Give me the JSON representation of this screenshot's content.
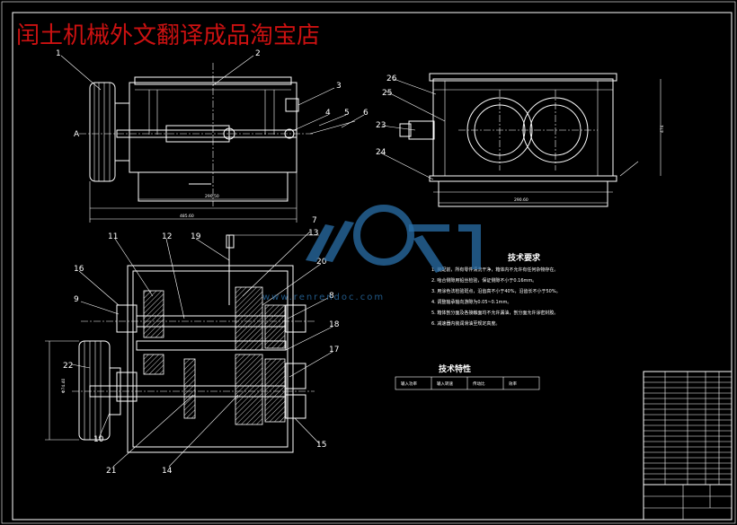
{
  "watermark_title": "闰土机械外文翻译成品淘宝店",
  "watermark_url": "www.renrendoc.com",
  "watermark_logo_text": "人人文库",
  "part_labels": [
    "1",
    "2",
    "3",
    "4",
    "5",
    "6",
    "7",
    "8",
    "9",
    "10",
    "11",
    "12",
    "13",
    "14",
    "15",
    "16",
    "17",
    "18",
    "19",
    "20",
    "21",
    "22",
    "23",
    "24",
    "25",
    "26"
  ],
  "section_label": "A",
  "tech_requirements_title": "技术要求",
  "tech_requirements_lines": [
    "1. 装配前，所有零件清洗干净，箱体内不允许有任何杂物存在。",
    "2. 啮合侧隙用铅丝检验，保证侧隙不小于0.16mm。",
    "3. 用涂色法检验斑点，沿齿高不小于40%，沿齿长不小于50%。",
    "4. 调整轴承轴向游隙为0.05~0.1mm。",
    "5. 箱体剖分面及各接触面均不允许漏油，剖分面允许涂密封胶。",
    "6. 减速器内装润滑油至规定高度。"
  ],
  "tech_specs_title": "技术特性",
  "tech_specs_cells": [
    "输入功率",
    "输入转速",
    "传动比",
    "效率"
  ],
  "dimensions": {
    "top_width": "290.50",
    "top_overall": "485.60",
    "right_width": "290.60",
    "right_height": "474",
    "left_height": "Φ74.40"
  },
  "colors": {
    "background": "#000000",
    "lines": "#ffffff",
    "watermark_title": "#cc1111",
    "watermark_logo": "#2a6fa8"
  }
}
